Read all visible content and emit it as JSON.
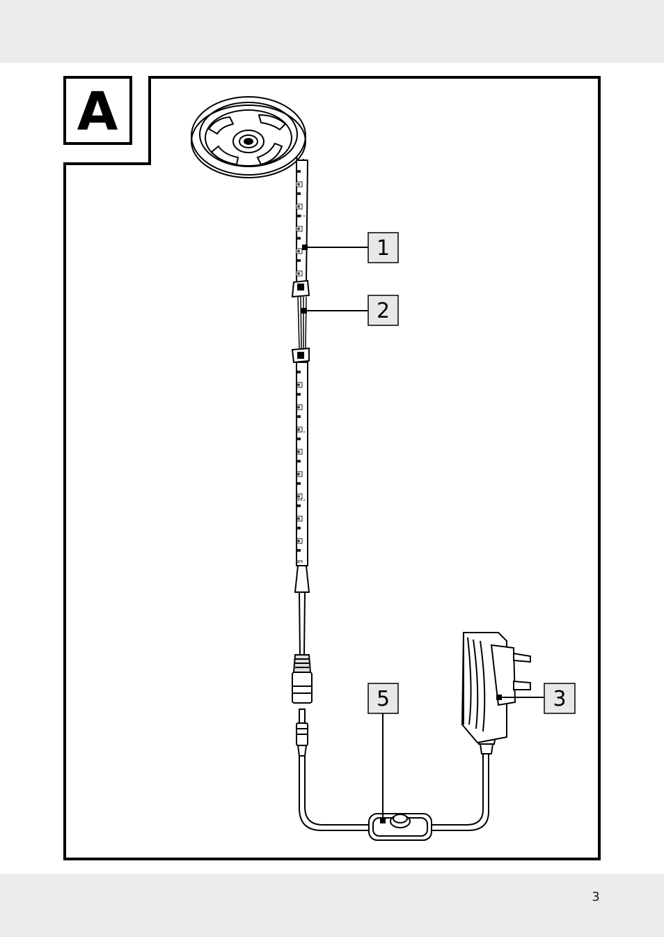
{
  "figure": {
    "letter": "A",
    "callouts": [
      {
        "id": "strip",
        "label": "1"
      },
      {
        "id": "connector",
        "label": "2"
      },
      {
        "id": "adapter",
        "label": "3"
      },
      {
        "id": "switch",
        "label": "5"
      }
    ]
  },
  "page_number": "3",
  "colors": {
    "band": "#ececec",
    "ink": "#000000",
    "callout_fill": "#e8e8e8"
  },
  "icons": [
    "led-reel-icon",
    "led-strip-icon",
    "clip-connector-icon",
    "dc-plug-icon",
    "inline-switch-icon",
    "power-adapter-icon"
  ]
}
